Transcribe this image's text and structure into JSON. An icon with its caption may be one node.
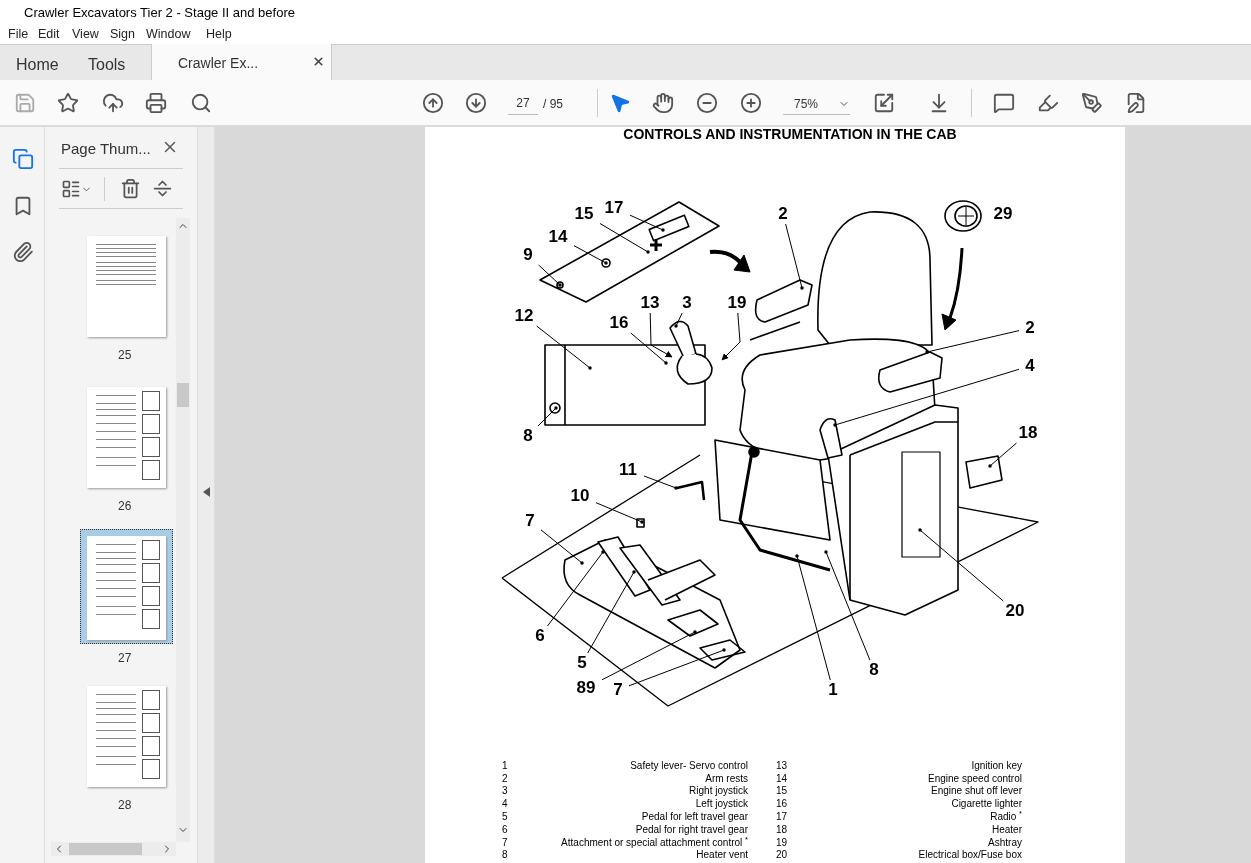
{
  "diagram": {
    "title": "CONTROLS AND INSTRUMENTATION IN THE CAB",
    "nodes": [
      {
        "text": [
          "17"
        ]
      },
      {
        "text": [
          "15"
        ]
      },
      {
        "text": [
          "14"
        ]
      },
      {
        "text": [
          "9"
        ]
      },
      {
        "text": [
          "2"
        ]
      },
      {
        "text": [
          "29"
        ]
      },
      {
        "text": [
          "2"
        ]
      },
      {
        "text": [
          "4"
        ]
      },
      {
        "text": [
          "12"
        ]
      },
      {
        "text": [
          "16"
        ]
      },
      {
        "text": [
          "13"
        ]
      },
      {
        "text": [
          "3"
        ]
      },
      {
        "text": [
          "19"
        ]
      },
      {
        "text": [
          "8"
        ]
      },
      {
        "text": [
          "18"
        ]
      },
      {
        "text": [
          "11"
        ]
      },
      {
        "text": [
          "10"
        ]
      },
      {
        "text": [
          "7"
        ]
      },
      {
        "text": [
          "6"
        ]
      },
      {
        "text": [
          "5"
        ]
      },
      {
        "text": [
          "89"
        ]
      },
      {
        "text": [
          "7"
        ]
      },
      {
        "text": [
          "1"
        ]
      },
      {
        "text": [
          "8"
        ]
      },
      {
        "text": [
          "20"
        ]
      }
    ],
    "edges": [
      {
        "from": 0,
        "to": null,
        "arrow": "other"
      },
      {
        "from": 1,
        "to": null,
        "arrow": "other"
      },
      {
        "from": 2,
        "to": null,
        "arrow": "other"
      },
      {
        "from": 3,
        "to": null,
        "arrow": "other"
      },
      {
        "from": 4,
        "to": null,
        "arrow": "other"
      },
      {
        "from": 6,
        "to": null,
        "arrow": "other"
      },
      {
        "from": 7,
        "to": null,
        "arrow": "other"
      },
      {
        "from": 8,
        "to": null,
        "arrow": "other"
      },
      {
        "from": 9,
        "to": null,
        "arrow": "other"
      },
      {
        "from": 10,
        "to": null,
        "arrow": "to"
      },
      {
        "from": 11,
        "to": null,
        "arrow": "other"
      },
      {
        "from": 12,
        "to": null,
        "arrow": "to"
      },
      {
        "from": 13,
        "to": null,
        "arrow": "other"
      },
      {
        "from": 14,
        "to": null,
        "arrow": "other"
      },
      {
        "from": 15,
        "to": null,
        "arrow": "other"
      },
      {
        "from": 16,
        "to": null,
        "arrow": "other"
      },
      {
        "from": 17,
        "to": null,
        "arrow": "other"
      },
      {
        "from": 18,
        "to": null,
        "arrow": "other"
      },
      {
        "from": 19,
        "to": null,
        "arrow": "other"
      },
      {
        "from": 20,
        "to": null,
        "arrow": "other"
      },
      {
        "from": 21,
        "to": null,
        "arrow": "other"
      },
      {
        "from": 22,
        "to": null,
        "arrow": "other"
      },
      {
        "from": 23,
        "to": null,
        "arrow": "other"
      },
      {
        "from": 24,
        "to": null,
        "arrow": "other"
      }
    ],
    "labels": [
      "Crawler Excavators Tier 2 - Stage II and before",
      "File",
      "Edit",
      "View",
      "Sign",
      "Window",
      "Help",
      "Home",
      "Tools",
      "Crawler Ex...",
      "27",
      "/ 95",
      "75%",
      "Page Thum...",
      "25",
      "26",
      "27",
      "28",
      "1",
      "Safety lever- Servo control",
      "13",
      "Ignition key",
      "2",
      "Arm rests",
      "14",
      "Engine speed control",
      "3",
      "Right joystick",
      "15",
      "Engine shut off lever",
      "4",
      "Left joystick",
      "16",
      "Cigarette lighter",
      "5",
      "Pedal for left travel gear",
      "17",
      "Radio $^{*}$",
      "6",
      "Pedal for right travel gear",
      "18",
      "Heater",
      "7",
      "Attachment or special attachment control $^{*}$",
      "19",
      "Ashtray",
      "8",
      "Heater vent",
      "20",
      "Electrical box/Fuse box"
    ]
  }
}
